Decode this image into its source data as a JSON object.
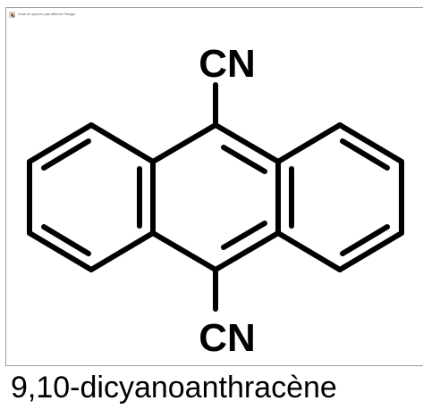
{
  "broken_image": {
    "icon": "broken-image-icon",
    "text": "Vous ne pouvez pas afficher l'image."
  },
  "molecule": {
    "top_group_label": "CN",
    "bottom_group_label": "CN"
  },
  "caption": {
    "text": "9,10-dicyanoanthracène"
  }
}
